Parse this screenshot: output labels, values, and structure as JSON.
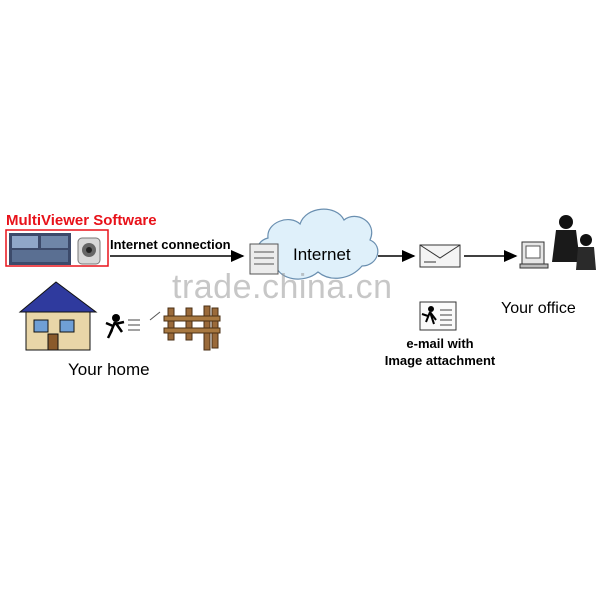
{
  "labels": {
    "software": "MultiViewer Software",
    "connection": "Internet connection",
    "internet": "Internet",
    "home": "Your home",
    "email_line1": "e-mail with",
    "email_line2": "Image attachment",
    "office": "Your office"
  },
  "watermark": "trade.china.cn",
  "colors": {
    "software_label": "#e8121a",
    "cloud_fill": "#dff0fa",
    "cloud_stroke": "#6a8fb0",
    "roof": "#2f3a9e",
    "arrow": "#000000"
  }
}
